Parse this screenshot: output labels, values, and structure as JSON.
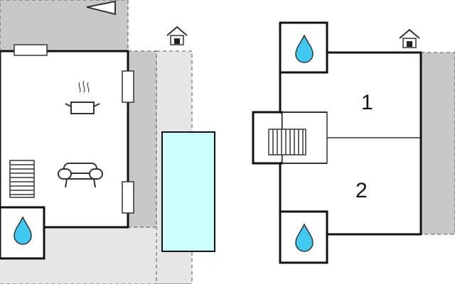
{
  "floorplan": {
    "colors": {
      "terrace_dark": "#c8c8c8",
      "terrace_light": "#e6e6e6",
      "walls": "#111111",
      "pool_fill": "#ccffff",
      "icon_stroke": "#333333"
    },
    "ground_floor": {
      "icons": [
        "arrow-icon",
        "house-icon",
        "window-icon",
        "cooking-icon",
        "sofa-icon",
        "stairs-icon",
        "water-drop-icon"
      ],
      "pool": "pool"
    },
    "upper_floor": {
      "rooms": [
        {
          "label": "1"
        },
        {
          "label": "2"
        }
      ],
      "icons": [
        "house-icon",
        "stairs-icon",
        "water-drop-icon",
        "water-drop-icon"
      ]
    }
  }
}
